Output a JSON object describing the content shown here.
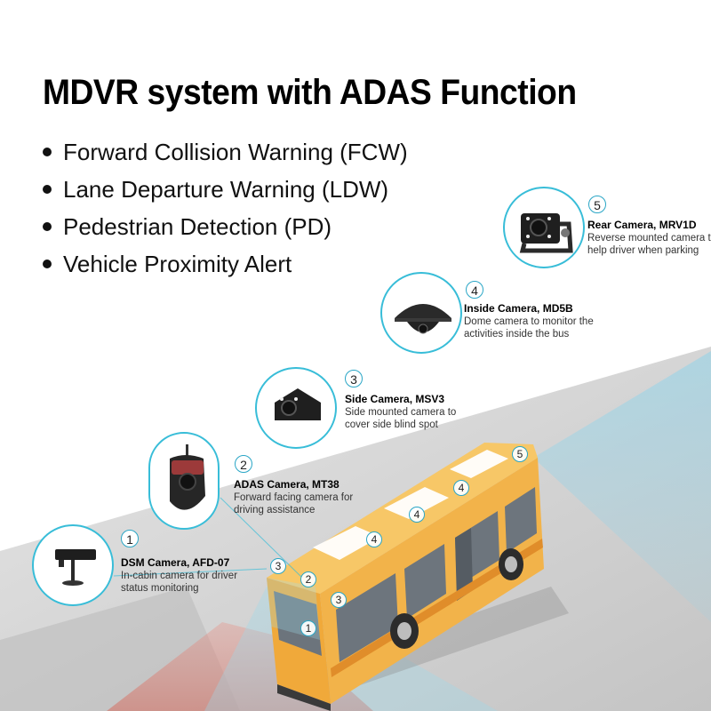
{
  "title": "MDVR system with ADAS Function",
  "features": [
    "Forward Collision Warning (FCW)",
    "Lane Departure Warning (LDW)",
    "Pedestrian Detection (PD)",
    "Vehicle Proximity Alert"
  ],
  "cameras": [
    {
      "num": "1",
      "name": "DSM Camera, AFD-07",
      "desc": "In-cabin camera for driver status monitoring",
      "icon": "dsm-camera-icon"
    },
    {
      "num": "2",
      "name": "ADAS Camera, MT38",
      "desc": "Forward facing camera for driving assistance",
      "icon": "adas-camera-icon"
    },
    {
      "num": "3",
      "name": "Side Camera, MSV3",
      "desc": "Side mounted camera to cover side blind spot",
      "icon": "side-camera-icon"
    },
    {
      "num": "4",
      "name": "Inside Camera, MD5B",
      "desc": "Dome camera to monitor the activities inside the bus",
      "icon": "dome-camera-icon"
    },
    {
      "num": "5",
      "name": "Rear Camera, MRV1D",
      "desc": "Reverse mounted camera to help driver when parking",
      "icon": "rear-camera-icon"
    }
  ],
  "bus_markers": [
    "3",
    "2",
    "3",
    "1",
    "4",
    "4",
    "4",
    "5"
  ],
  "colors": {
    "accent": "#38bdd8",
    "bus_body": "#f5b94a",
    "road": "#c9c9c9",
    "coverage": "#bfe6f2"
  }
}
